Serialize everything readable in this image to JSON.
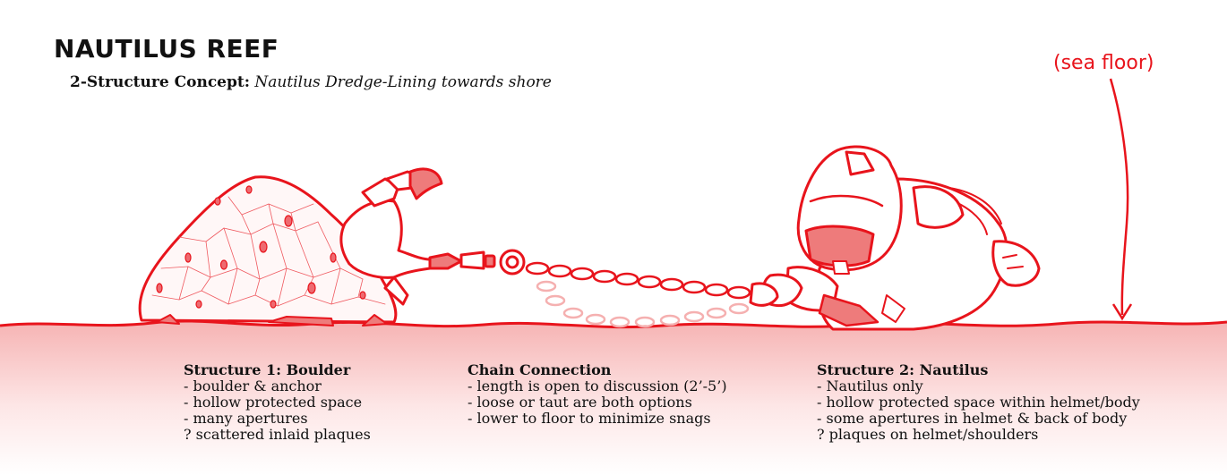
{
  "header": {
    "title": "NAUTILUS REEF",
    "subtitle_bold": "2-Structure Concept:",
    "subtitle_italic": "Nautilus Dredge-Lining towards shore"
  },
  "annotation": {
    "sea_floor": "(sea floor)"
  },
  "colors": {
    "stroke": "#e8141c",
    "fill_light": "#f9c7c7",
    "fill_mid": "#ee7b7b",
    "floor_top": "#f7b9b9"
  },
  "columns": [
    {
      "heading": "Structure 1: Boulder",
      "items": [
        "- boulder & anchor",
        "- hollow protected space",
        "- many apertures",
        "? scattered inlaid plaques"
      ]
    },
    {
      "heading": "Chain Connection",
      "items": [
        "- length is open to discussion (2’-5’)",
        "- loose or taut are both options",
        "- lower to floor to minimize snags"
      ]
    },
    {
      "heading": "Structure 2: Nautilus",
      "items": [
        "- Nautilus only",
        "- hollow protected space within helmet/body",
        "- some apertures in helmet & back of body",
        "? plaques on helmet/shoulders"
      ]
    }
  ]
}
